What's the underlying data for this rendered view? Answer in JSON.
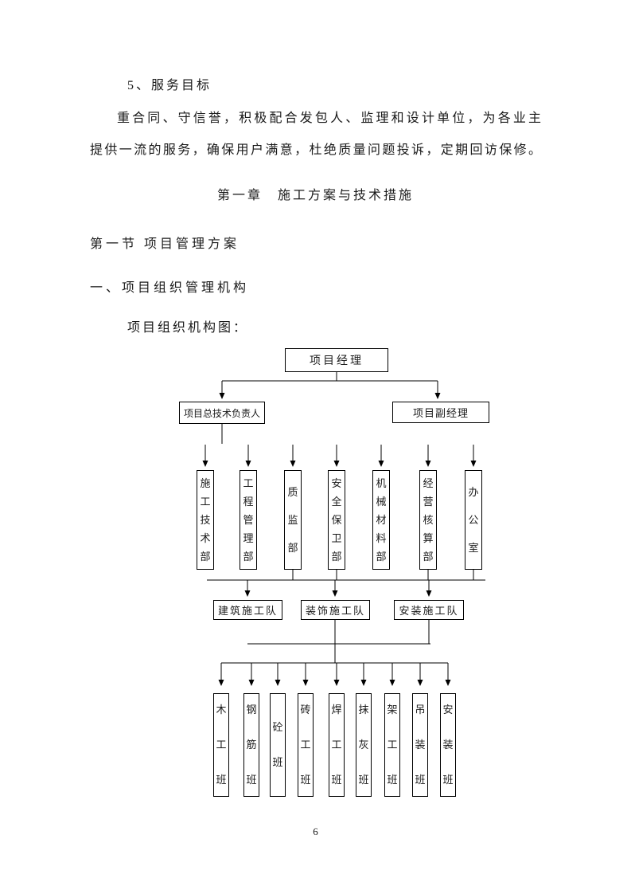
{
  "document": {
    "service_heading": "5、服务目标",
    "paragraph_lines": [
      "重合同、守信誉，积极配合发包人、监理和设计单位，为各业主",
      "提供一流的服务，确保用户满意，杜绝质量问题投诉，定期回访保修。"
    ],
    "chapter_heading": "第一章　施工方案与技术措施",
    "section_heading": "第一节 项目管理方案",
    "subsection_heading": "一、项目组织管理机构",
    "figure_caption": "项目组织机构图：",
    "page_number": "6"
  },
  "org_chart": {
    "project_manager": "项目经理",
    "technical_director": "项目总技术负责人",
    "deputy_manager": "项目副经理",
    "departments": [
      "施工技术部",
      "工程管理部",
      "质监部",
      "安全保卫部",
      "机械材料部",
      "经营核算部",
      "办公室"
    ],
    "construction_teams": [
      "建筑施工队",
      "装饰施工队",
      "安装施工队"
    ],
    "work_crews": [
      "木工班",
      "钢筋班",
      "砼　班",
      "砖工班",
      "焊工班",
      "抹灰班",
      "架工班",
      "吊装班",
      "安装班"
    ]
  }
}
